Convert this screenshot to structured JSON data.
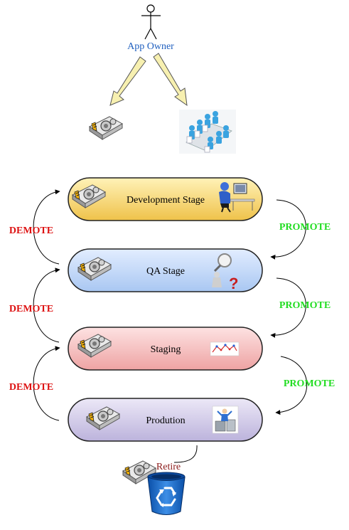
{
  "app_owner": {
    "label": "App Owner"
  },
  "stages": [
    {
      "label": "Development Stage",
      "icon": "developer-icon",
      "fill_top": "#fff2b8",
      "fill_bottom": "#efc24a"
    },
    {
      "label": "QA Stage",
      "icon": "qa-magnifier-icon",
      "fill_top": "#e2edff",
      "fill_bottom": "#a9c7f2"
    },
    {
      "label": "Staging",
      "icon": "staging-graph-icon",
      "fill_top": "#fde2e2",
      "fill_bottom": "#eea3a3"
    },
    {
      "label": "Prodution",
      "icon": "production-worker-icon",
      "fill_top": "#ece8f7",
      "fill_bottom": "#bcb3dc"
    }
  ],
  "transitions": {
    "promote_label": "PROMOTE",
    "demote_label": "DEMOTE",
    "retire_label": "Retire"
  },
  "colors": {
    "promote": "#22dd22",
    "demote": "#dd1111",
    "retire": "#8b1a1a",
    "owner": "#1f5fbf",
    "owner_arrow": "#f7f0b0"
  }
}
